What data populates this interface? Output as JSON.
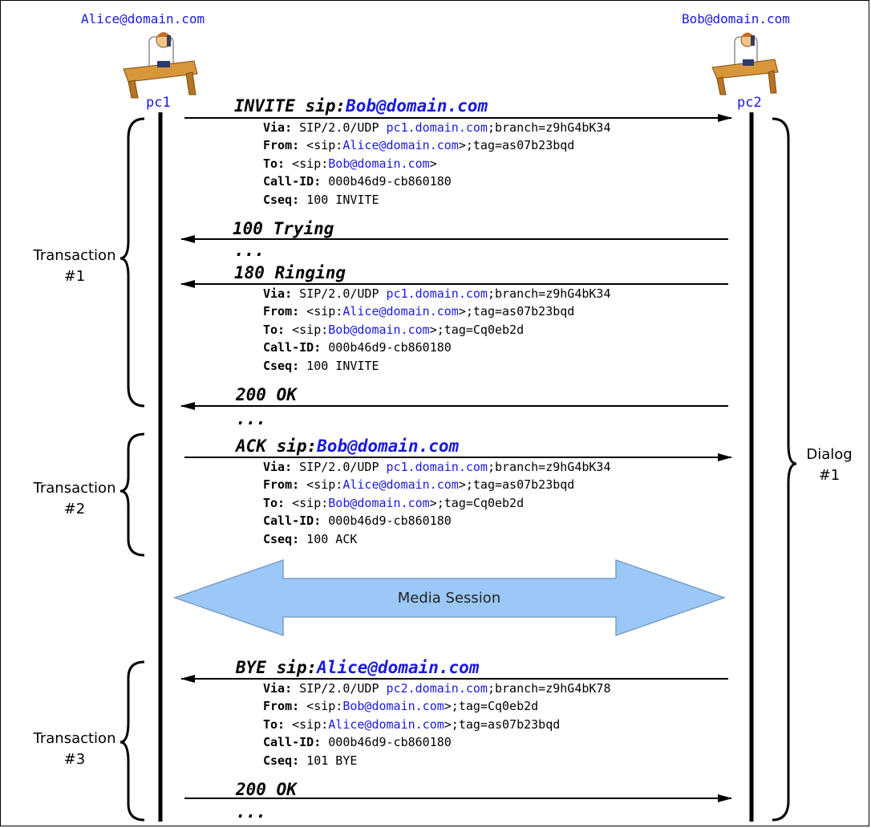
{
  "endpoints": {
    "alice": "Alice@domain.com",
    "bob": "Bob@domain.com",
    "pc1": "pc1",
    "pc2": "pc2"
  },
  "messages": {
    "invite": {
      "method": "INVITE sip:",
      "uri": "Bob@domain.com",
      "via_key": "Via:",
      "via_a": " SIP/2.0/UDP ",
      "via_host": "pc1.domain.com",
      "via_b": ";branch=z9hG4bK34",
      "from_key": "From:",
      "from_a": " <sip:",
      "from_uri": "Alice@domain.com",
      "from_b": ">;tag=as07b23bqd",
      "to_key": "To:",
      "to_a": " <sip:",
      "to_uri": "Bob@domain.com",
      "to_b": ">",
      "callid_key": "Call-ID:",
      "callid": " 000b46d9-cb860180",
      "cseq_key": "Cseq:",
      "cseq": " 100 INVITE"
    },
    "trying": "100 Trying",
    "ellipsis1": "...",
    "ringing": {
      "title": "180 Ringing",
      "via_key": "Via:",
      "via_a": " SIP/2.0/UDP ",
      "via_host": "pc1.domain.com",
      "via_b": ";branch=z9hG4bK34",
      "from_key": "From:",
      "from_a": " <sip:",
      "from_uri": "Alice@domain.com",
      "from_b": ">;tag=as07b23bqd",
      "to_key": "To:",
      "to_a": " <sip:",
      "to_uri": "Bob@domain.com",
      "to_b": ">;tag=Cq0eb2d",
      "callid_key": "Call-ID:",
      "callid": " 000b46d9-cb860180",
      "cseq_key": "Cseq:",
      "cseq": " 100 INVITE"
    },
    "ok1": "200 OK",
    "ellipsis2": "...",
    "ack": {
      "method": "ACK sip:",
      "uri": "Bob@domain.com",
      "via_key": "Via:",
      "via_a": " SIP/2.0/UDP ",
      "via_host": "pc1.domain.com",
      "via_b": ";branch=z9hG4bK34",
      "from_key": "From:",
      "from_a": " <sip:",
      "from_uri": "Alice@domain.com",
      "from_b": ">;tag=as07b23bqd",
      "to_key": "To:",
      "to_a": " <sip:",
      "to_uri": "Bob@domain.com",
      "to_b": ">;tag=Cq0eb2d",
      "callid_key": "Call-ID:",
      "callid": " 000b46d9-cb860180",
      "cseq_key": "Cseq:",
      "cseq": " 100 ACK"
    },
    "media": "Media Session",
    "bye": {
      "method": "BYE sip:",
      "uri": "Alice@domain.com",
      "via_key": "Via:",
      "via_a": " SIP/2.0/UDP ",
      "via_host": "pc2.domain.com",
      "via_b": ";branch=z9hG4bK78",
      "from_key": "From:",
      "from_a": " <sip:",
      "from_uri": "Bob@domain.com",
      "from_b": ">;tag=Cq0eb2d",
      "to_key": "To:",
      "to_a": " <sip:",
      "to_uri": "Alice@domain.com",
      "to_b": ">;tag=as07b23bqd",
      "callid_key": "Call-ID:",
      "callid": " 000b46d9-cb860180",
      "cseq_key": "Cseq:",
      "cseq": " 101 BYE"
    },
    "ok2": "200 OK",
    "ellipsis3": "..."
  },
  "groups": {
    "t1_line1": "Transaction",
    "t1_line2": "#1",
    "t2_line1": "Transaction",
    "t2_line2": "#2",
    "t3_line1": "Transaction",
    "t3_line2": "#3",
    "dialog_line1": "Dialog",
    "dialog_line2": "#1"
  },
  "colors": {
    "link": "#1a1adf",
    "media_fill": "#9cc8f8",
    "media_stroke": "#7a9fc7"
  },
  "icons": {
    "alice": "person-at-desk-phone-icon",
    "bob": "person-at-desk-phone-icon"
  }
}
